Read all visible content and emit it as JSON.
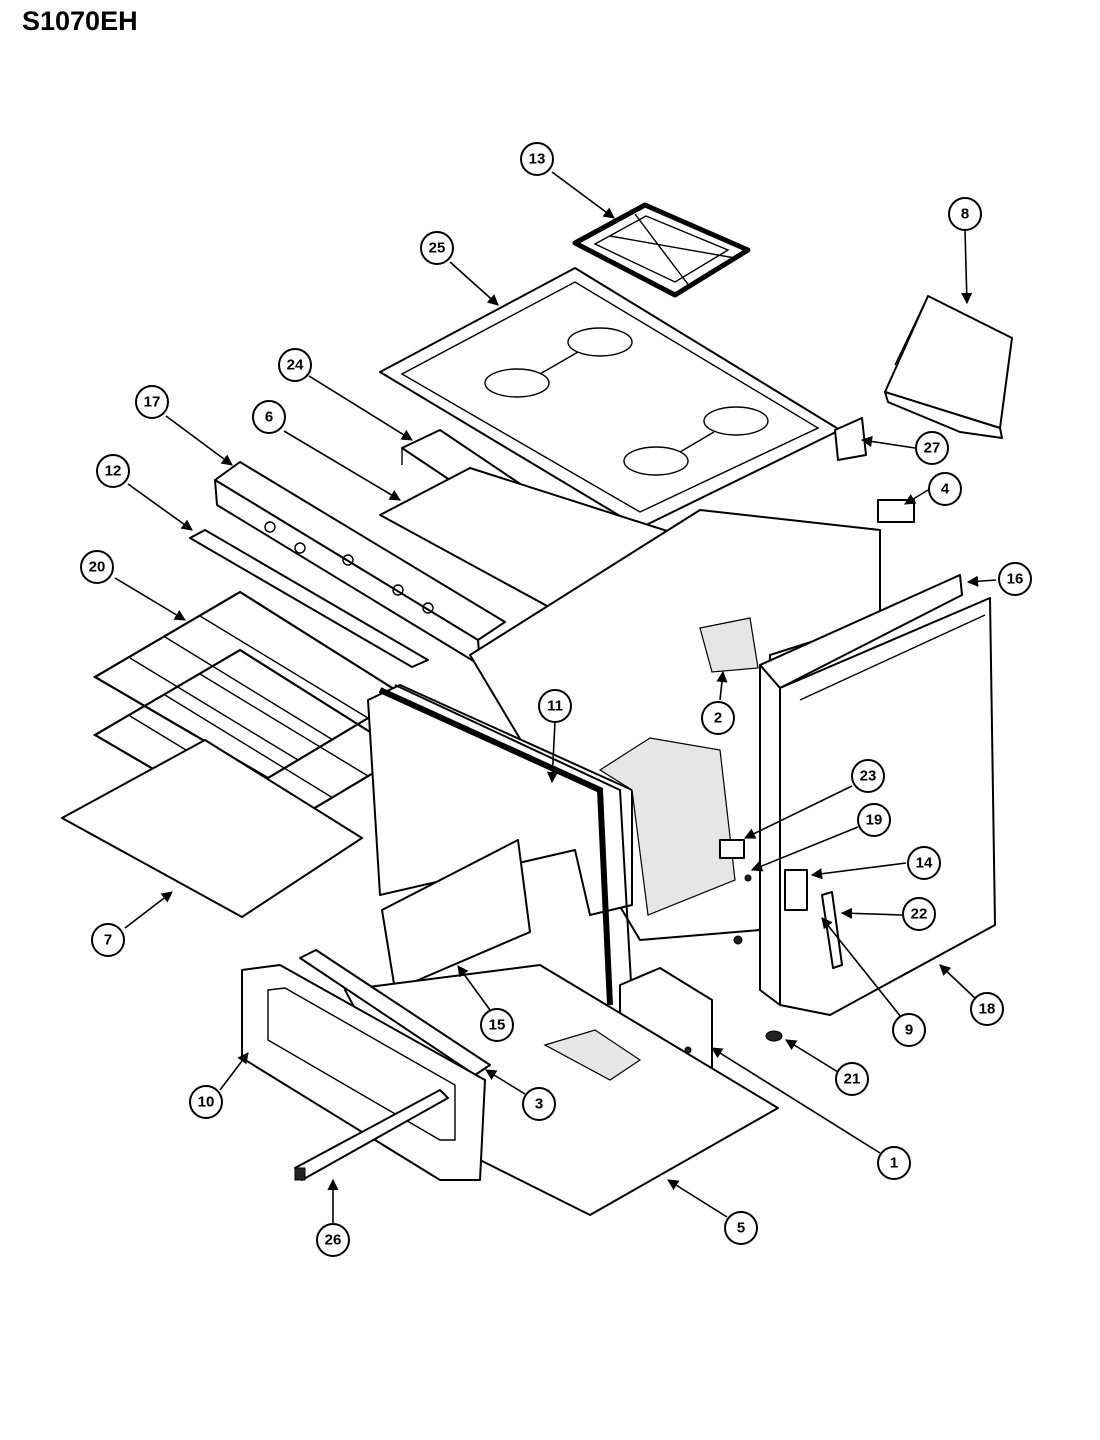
{
  "title": "S1070EH",
  "callouts": [
    {
      "id": "13",
      "label": "13"
    },
    {
      "id": "8",
      "label": "8"
    },
    {
      "id": "25",
      "label": "25"
    },
    {
      "id": "24",
      "label": "24"
    },
    {
      "id": "17",
      "label": "17"
    },
    {
      "id": "6",
      "label": "6"
    },
    {
      "id": "12",
      "label": "12"
    },
    {
      "id": "27",
      "label": "27"
    },
    {
      "id": "4",
      "label": "4"
    },
    {
      "id": "20",
      "label": "20"
    },
    {
      "id": "16",
      "label": "16"
    },
    {
      "id": "2",
      "label": "2"
    },
    {
      "id": "11",
      "label": "11"
    },
    {
      "id": "23",
      "label": "23"
    },
    {
      "id": "19",
      "label": "19"
    },
    {
      "id": "14",
      "label": "14"
    },
    {
      "id": "7",
      "label": "7"
    },
    {
      "id": "22",
      "label": "22"
    },
    {
      "id": "18",
      "label": "18"
    },
    {
      "id": "15",
      "label": "15"
    },
    {
      "id": "9",
      "label": "9"
    },
    {
      "id": "21",
      "label": "21"
    },
    {
      "id": "10",
      "label": "10"
    },
    {
      "id": "3",
      "label": "3"
    },
    {
      "id": "1",
      "label": "1"
    },
    {
      "id": "5",
      "label": "5"
    },
    {
      "id": "26",
      "label": "26"
    }
  ]
}
